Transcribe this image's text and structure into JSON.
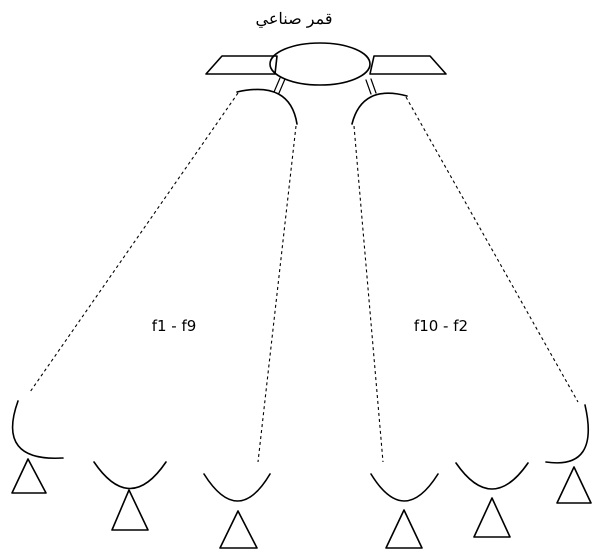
{
  "diagram": {
    "satellite_label": "قمر صناعي",
    "left_group_label": "f1 - f9",
    "right_group_label": "f10 - f2"
  },
  "colors": {
    "stroke": "#000000",
    "background": "#ffffff"
  },
  "icons": {
    "satellite": "satellite-icon",
    "dish": "dish-antenna-icon",
    "stand": "triangle-stand-icon"
  }
}
